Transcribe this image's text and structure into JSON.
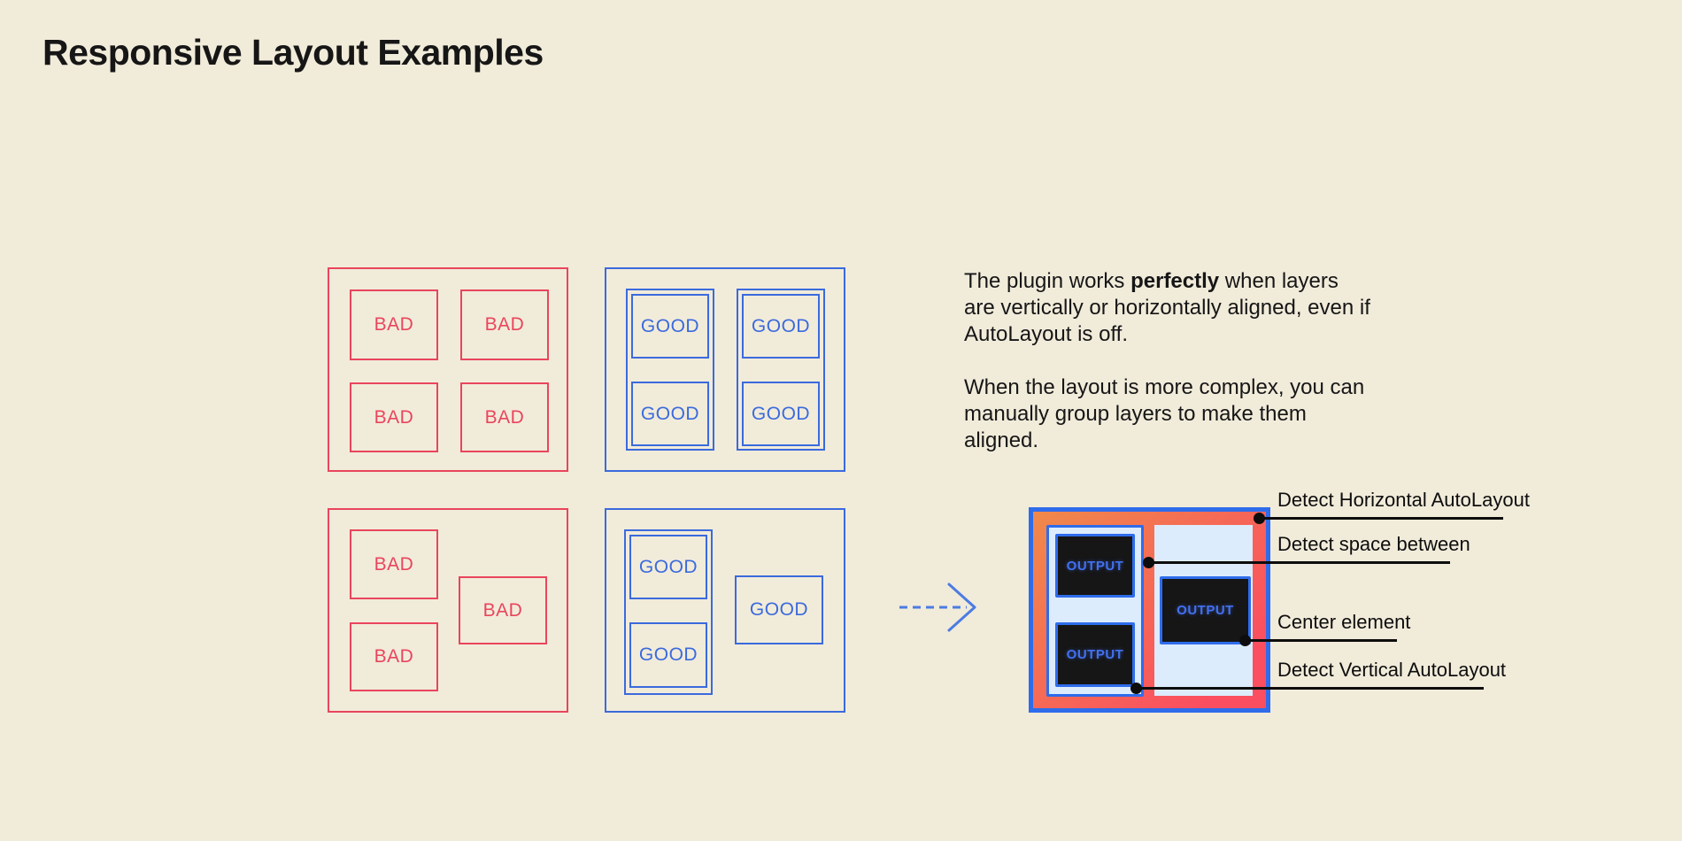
{
  "title": "Responsive Layout Examples",
  "labels": {
    "bad": "BAD",
    "good": "GOOD",
    "output": "OUTPUT"
  },
  "description": {
    "p1_before": "The plugin works ",
    "p1_bold": "perfectly",
    "p1_after": " when layers are vertically or horizontally aligned, even if AutoLayout is off.",
    "p2": "When the layout is more complex, you can manually group layers to make them aligned."
  },
  "annotations": [
    {
      "label": "Detect Horizontal AutoLayout"
    },
    {
      "label": "Detect space between"
    },
    {
      "label": "Center element"
    },
    {
      "label": "Detect Vertical AutoLayout"
    }
  ],
  "icons": {
    "arrow": "dashed-arrow-right"
  },
  "colors": {
    "background": "#f1ebda",
    "bad_red": "#e9455c",
    "good_blue": "#3a6add",
    "text_black": "#161616",
    "arrow_blue": "#4c7ce2",
    "output_border_blue": "#2e6ceb",
    "output_gradient_start": "#f0894a",
    "output_gradient_end": "#fb4e60",
    "output_light_blue": "#dcecfd",
    "output_dark": "#161616",
    "output_text_blue": "#4270f0",
    "annotation_black": "#0d0d0d"
  }
}
